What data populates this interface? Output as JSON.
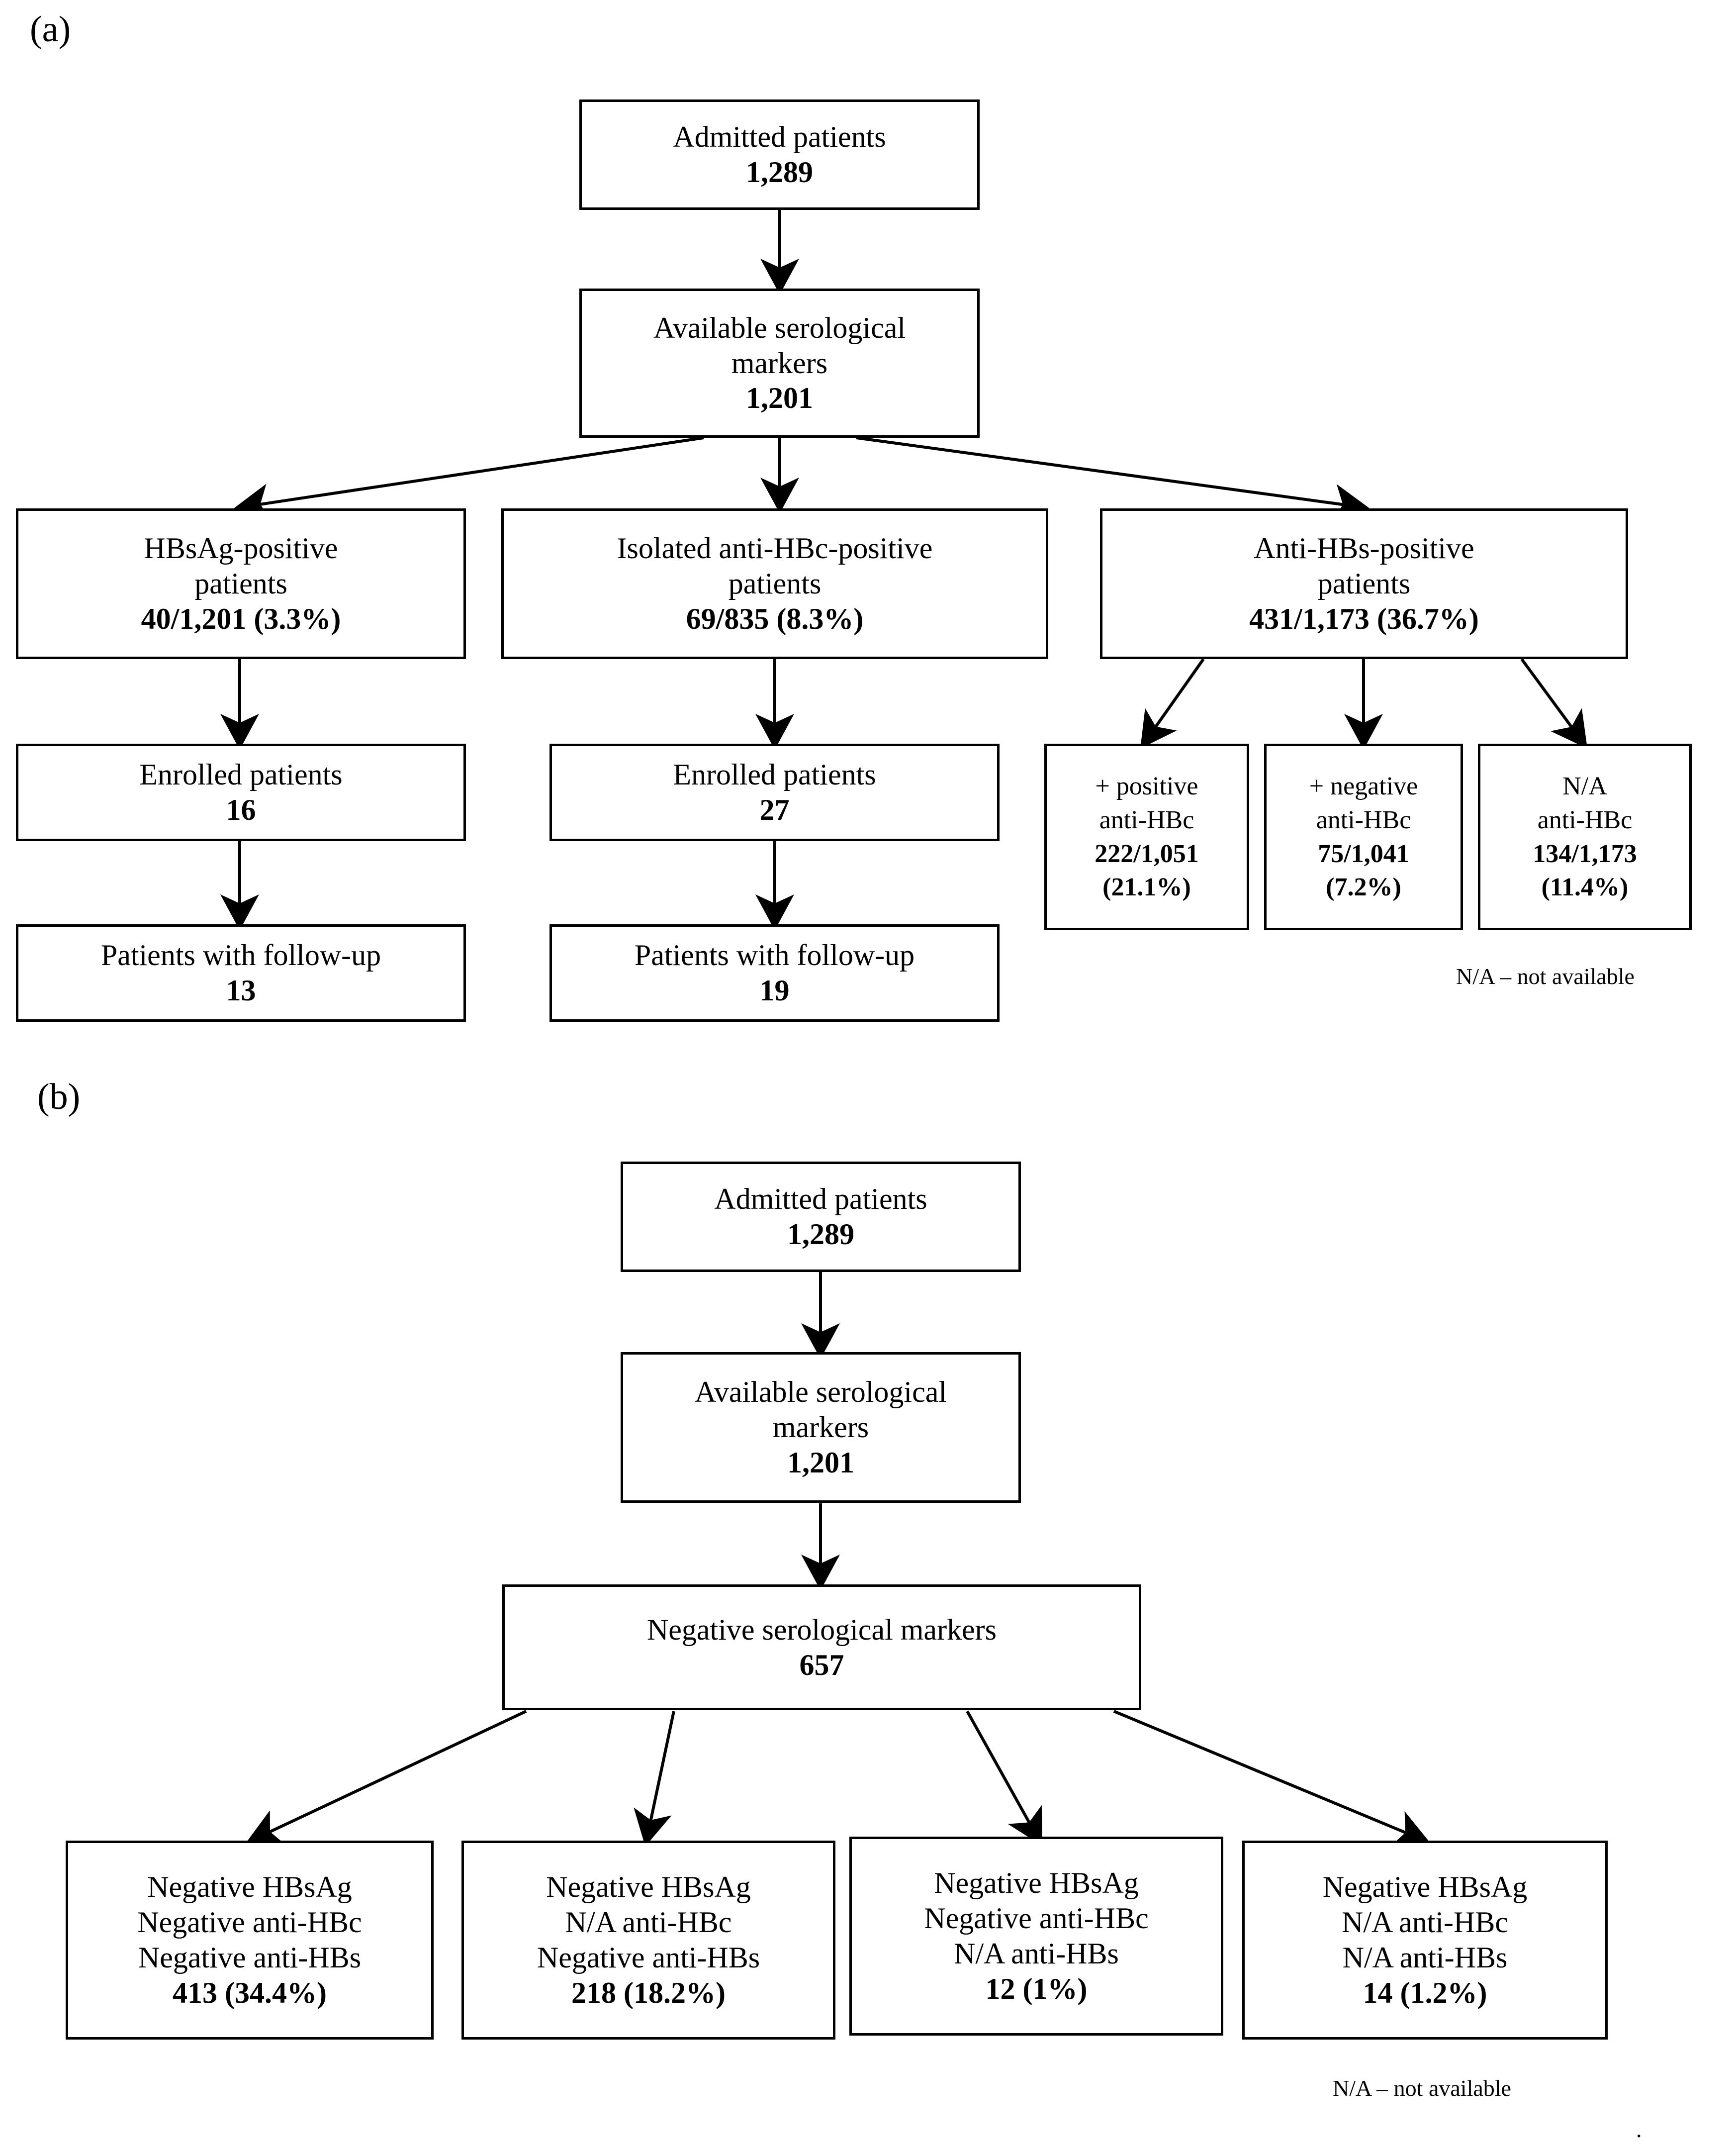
{
  "panels": [
    {
      "label": "(a)",
      "note": "N/A – not available",
      "boxes": {
        "admitted": {
          "title": "Admitted patients",
          "value": "1,289"
        },
        "available": {
          "title_l1": "Available serological",
          "title_l2": "markers",
          "value": "1,201"
        },
        "hbsag": {
          "title_l1": "HBsAg-positive",
          "title_l2": "patients",
          "value": "40/1,201 (3.3%)"
        },
        "isolated": {
          "title_l1": "Isolated anti-HBc-positive",
          "title_l2": "patients",
          "value": "69/835 (8.3%)"
        },
        "antihbs": {
          "title_l1": "Anti-HBs-positive",
          "title_l2": "patients",
          "value": "431/1,173 (36.7%)"
        },
        "enrolled_left": {
          "title": "Enrolled patients",
          "value": "16"
        },
        "enrolled_mid": {
          "title": "Enrolled patients",
          "value": "27"
        },
        "followup_left": {
          "title": "Patients with follow-up",
          "value": "13"
        },
        "followup_mid": {
          "title": "Patients with follow-up",
          "value": "19"
        },
        "sub_positive": {
          "l1": "+ positive",
          "l2": "anti-HBc",
          "v1": "222/1,051",
          "v2": "(21.1%)"
        },
        "sub_negative": {
          "l1": "+ negative",
          "l2": "anti-HBc",
          "v1": "75/1,041",
          "v2": "(7.2%)"
        },
        "sub_na": {
          "l1": "N/A",
          "l2": "anti-HBc",
          "v1": "134/1,173",
          "v2": "(11.4%)"
        }
      }
    },
    {
      "label": "(b)",
      "note": "N/A – not available",
      "trailing_dot": ".",
      "boxes": {
        "admitted": {
          "title": "Admitted patients",
          "value": "1,289"
        },
        "available": {
          "title_l1": "Available serological",
          "title_l2": "markers",
          "value": "1,201"
        },
        "negative_markers": {
          "title": "Negative serological markers",
          "value": "657"
        },
        "leaf1": {
          "l1": "Negative HBsAg",
          "l2": "Negative anti-HBc",
          "l3": "Negative anti-HBs",
          "value": "413 (34.4%)"
        },
        "leaf2": {
          "l1": "Negative HBsAg",
          "l2": "N/A anti-HBc",
          "l3": "Negative anti-HBs",
          "value": "218 (18.2%)"
        },
        "leaf3": {
          "l1": "Negative HBsAg",
          "l2": "Negative anti-HBc",
          "l3": "N/A anti-HBs",
          "value": "12 (1%)"
        },
        "leaf4": {
          "l1": "Negative HBsAg",
          "l2": "N/A anti-HBc",
          "l3": "N/A anti-HBs",
          "value": "14 (1.2%)"
        }
      }
    }
  ],
  "chart_data": {
    "type": "flowchart",
    "title": "Patient serological-marker flow diagram",
    "panels": [
      {
        "id": "a",
        "nodes": [
          {
            "id": "admitted",
            "label": "Admitted patients",
            "n": 1289
          },
          {
            "id": "available",
            "label": "Available serological markers",
            "n": 1201
          },
          {
            "id": "hbsag",
            "label": "HBsAg-positive patients",
            "n": 40,
            "denominator": 1201,
            "percent": 3.3
          },
          {
            "id": "isolated",
            "label": "Isolated anti-HBc-positive patients",
            "n": 69,
            "denominator": 835,
            "percent": 8.3
          },
          {
            "id": "antihbs",
            "label": "Anti-HBs-positive patients",
            "n": 431,
            "denominator": 1173,
            "percent": 36.7
          },
          {
            "id": "enrolled_left",
            "label": "Enrolled patients",
            "n": 16
          },
          {
            "id": "enrolled_mid",
            "label": "Enrolled patients",
            "n": 27
          },
          {
            "id": "followup_left",
            "label": "Patients with follow-up",
            "n": 13
          },
          {
            "id": "followup_mid",
            "label": "Patients with follow-up",
            "n": 19
          },
          {
            "id": "sub_positive",
            "label": "+ positive anti-HBc",
            "n": 222,
            "denominator": 1051,
            "percent": 21.1
          },
          {
            "id": "sub_negative",
            "label": "+ negative anti-HBc",
            "n": 75,
            "denominator": 1041,
            "percent": 7.2
          },
          {
            "id": "sub_na",
            "label": "N/A anti-HBc",
            "n": 134,
            "denominator": 1173,
            "percent": 11.4
          }
        ],
        "edges": [
          [
            "admitted",
            "available"
          ],
          [
            "available",
            "hbsag"
          ],
          [
            "available",
            "isolated"
          ],
          [
            "available",
            "antihbs"
          ],
          [
            "hbsag",
            "enrolled_left"
          ],
          [
            "enrolled_left",
            "followup_left"
          ],
          [
            "isolated",
            "enrolled_mid"
          ],
          [
            "enrolled_mid",
            "followup_mid"
          ],
          [
            "antihbs",
            "sub_positive"
          ],
          [
            "antihbs",
            "sub_negative"
          ],
          [
            "antihbs",
            "sub_na"
          ]
        ]
      },
      {
        "id": "b",
        "nodes": [
          {
            "id": "admitted",
            "label": "Admitted patients",
            "n": 1289
          },
          {
            "id": "available",
            "label": "Available serological markers",
            "n": 1201
          },
          {
            "id": "negative_markers",
            "label": "Negative serological markers",
            "n": 657
          },
          {
            "id": "leaf1",
            "label": "Negative HBsAg / Negative anti-HBc / Negative anti-HBs",
            "n": 413,
            "percent": 34.4
          },
          {
            "id": "leaf2",
            "label": "Negative HBsAg / N/A anti-HBc / Negative anti-HBs",
            "n": 218,
            "percent": 18.2
          },
          {
            "id": "leaf3",
            "label": "Negative HBsAg / Negative anti-HBc / N/A anti-HBs",
            "n": 12,
            "percent": 1
          },
          {
            "id": "leaf4",
            "label": "Negative HBsAg / N/A anti-HBc / N/A anti-HBs",
            "n": 14,
            "percent": 1.2
          }
        ],
        "edges": [
          [
            "admitted",
            "available"
          ],
          [
            "available",
            "negative_markers"
          ],
          [
            "negative_markers",
            "leaf1"
          ],
          [
            "negative_markers",
            "leaf2"
          ],
          [
            "negative_markers",
            "leaf3"
          ],
          [
            "negative_markers",
            "leaf4"
          ]
        ]
      }
    ]
  }
}
